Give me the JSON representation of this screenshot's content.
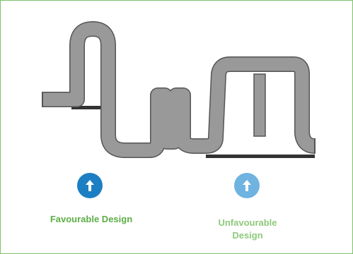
{
  "labels": {
    "favourable": "Favourable Design",
    "unfavourable_line1": "Unfavourable",
    "unfavourable_line2": "Design"
  },
  "icons": {
    "favourable": "up-arrow-icon",
    "unfavourable": "up-arrow-icon"
  },
  "colors": {
    "frame_border": "#7dc36b",
    "pipe_fill": "#999999",
    "pipe_stroke": "#555555",
    "base_line": "#333333",
    "favourable_badge": "#1c7ec3",
    "unfavourable_badge": "#6fb3e0",
    "favourable_text": "#5cae46",
    "unfavourable_text": "#8fc97c"
  }
}
